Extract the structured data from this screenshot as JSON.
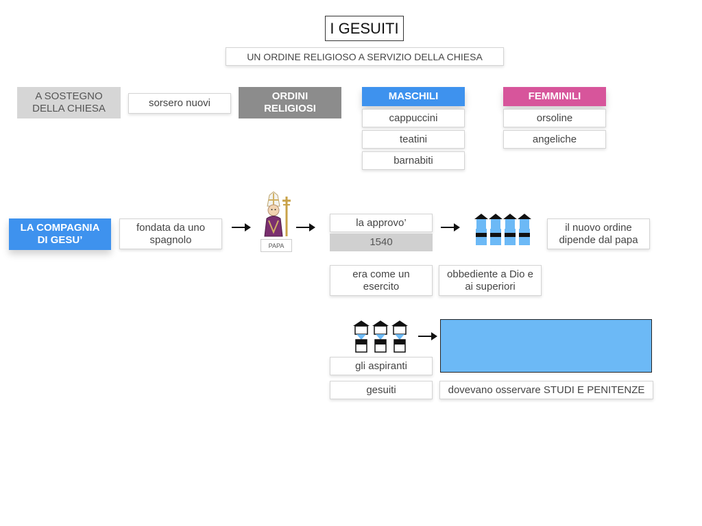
{
  "title": "I GESUITI",
  "subtitle": "UN ORDINE RELIGIOSO A SERVIZIO DELLA CHIESA",
  "row1": {
    "a_sostegno": "A SOSTEGNO DELLA CHIESA",
    "sorsero": "sorsero nuovi",
    "ordini": "ORDINI RELIGIOSI",
    "maschili": {
      "header": "MASCHILI",
      "items": [
        "cappuccini",
        "teatini",
        "barnabiti"
      ]
    },
    "femminili": {
      "header": "FEMMINILI",
      "items": [
        "orsoline",
        "angeliche"
      ]
    }
  },
  "row2": {
    "compagnia": "LA COMPAGNIA DI GESU’",
    "fondata": "fondata da uno spagnolo",
    "papa_label": "PAPA",
    "approvo": "la approvo’",
    "year": "1540",
    "nuovo_ordine": "il nuovo ordine dipende dal papa",
    "esercito": "era come un esercito",
    "obbediente": "obbediente a Dio e ai superiori"
  },
  "row3": {
    "aspiranti": "gli aspiranti",
    "gesuiti": "gesuiti",
    "studi": "dovevano osservare STUDI E PENITENZE"
  },
  "colors": {
    "gray_light": "#d6d6d6",
    "gray_dark": "#8c8c8c",
    "blue": "#3e92ee",
    "pink": "#d7559b",
    "light_blue": "#6cb9f6",
    "year_gray": "#d0d0d0"
  }
}
